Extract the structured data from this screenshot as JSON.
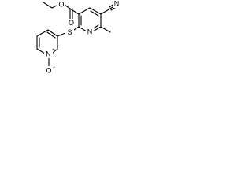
{
  "molecule": {
    "atoms": {
      "ester_o_single": "O",
      "ester_o_carbonyl": "O",
      "nitrile_n": "N",
      "pyridine_n": "N",
      "sulfur": "S",
      "n_oxide_n": "N",
      "n_oxide_o": "O",
      "n_oxide_n_charge": "+",
      "n_oxide_o_charge": "−"
    }
  },
  "colors": {
    "bond": "#000000",
    "background": "#ffffff"
  }
}
